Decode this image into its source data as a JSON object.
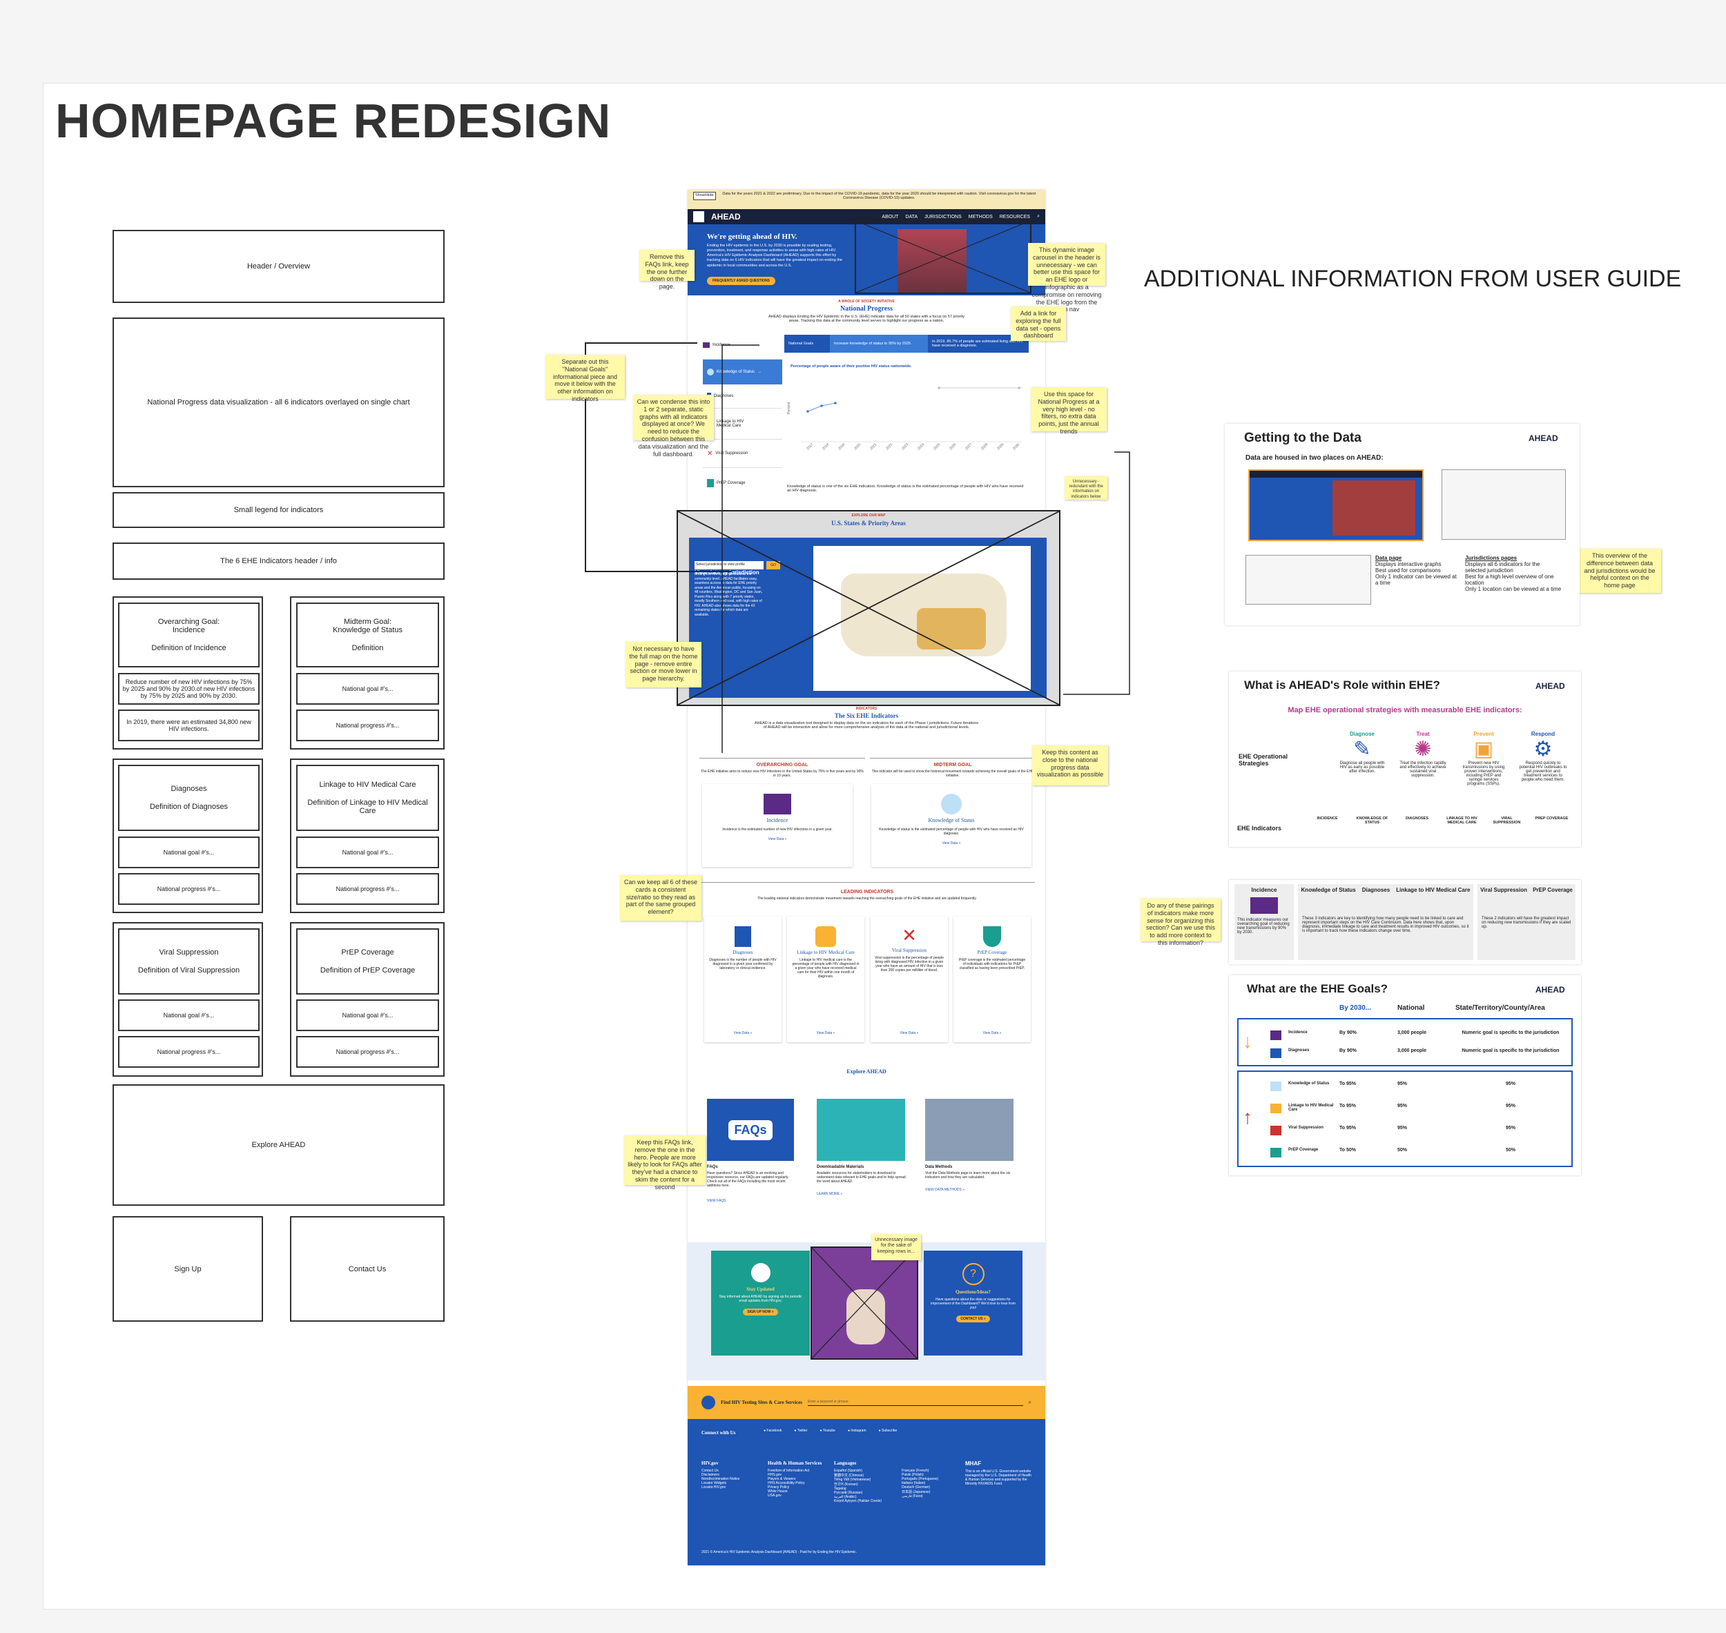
{
  "title": "HOMEPAGE REDESIGN",
  "additional_heading": "ADDITIONAL INFORMATION FROM USER GUIDE",
  "wireframe": {
    "header": "Header / Overview",
    "national_progress": "National Progress data visualization - all 6 indicators overlayed on single chart",
    "legend": "Small legend for indicators",
    "ehe_header": "The 6 EHE Indicators header / info",
    "incidence": {
      "title": "Overarching Goal:\nIncidence",
      "definition": "Definition of Incidence",
      "goal": "Reduce number of new HIV infections by 75% by 2025 and 90% by 2030.of new HIV infections by 75% by 2025 and 90% by 2030.",
      "progress": "In 2019, there were an estimated 34,800 new HIV infections."
    },
    "knowledge": {
      "title": "Midterm Goal:\nKnowledge of Status",
      "definition": "Definition",
      "goal": "National goal #'s...",
      "progress": "National progress #'s..."
    },
    "diagnoses": {
      "title": "Diagnoses",
      "definition": "Definition of Diagnoses",
      "goal": "National goal #'s...",
      "progress": "National progress #'s..."
    },
    "linkage": {
      "title": "Linkage to HIV Medical Care",
      "definition": "Definition of Linkage to HIV Medical Care",
      "goal": "National goal #'s...",
      "progress": "National progress #'s..."
    },
    "viral": {
      "title": "Viral Suppression",
      "definition": "Definition of Viral Suppression",
      "goal": "National goal #'s...",
      "progress": "National progress #'s..."
    },
    "prep": {
      "title": "PrEP Coverage",
      "definition": "Definition of PrEP Coverage",
      "goal": "National goal #'s...",
      "progress": "National progress #'s..."
    },
    "explore": "Explore AHEAD",
    "signup": "Sign Up",
    "contact": "Contact Us"
  },
  "mockup": {
    "banner_button": "Show/Hide",
    "banner_text": "Data for the years 2021 & 2022 are preliminary. Due to the impact of the COVID-19 pandemic, data for the year 2020 should be interpreted with caution. Visit coronavirus.gov for the latest Coronavirus Disease (COVID-19) updates.",
    "logo": "AHEAD",
    "nav": [
      "ABOUT",
      "DATA",
      "JURISDICTIONS",
      "METHODS",
      "RESOURCES"
    ],
    "hero_heading": "We're getting ahead of HIV.",
    "hero_text": "Ending the HIV epidemic in the U.S. by 2030 is possible by scaling testing, prevention, treatment, and response activities to areas with high rates of HIV. America's HIV Epidemic Analysis Dashboard (AHEAD) supports this effort by tracking data on 6 HIV indicators that will have the greatest impact on ending the epidemic in local communities and across the U.S.",
    "hero_button": "FREQUENTLY ASKED QUESTIONS",
    "np_kicker": "A WHOLE OF SOCIETY INITIATIVE",
    "np_title": "National Progress",
    "np_text": "AHEAD displays Ending the HIV Epidemic in the U.S. (EHE) indicator data for all 50 states with a focus on 57 priority areas. Tracking this data at the community level serves to highlight our progress as a nation.",
    "np_tabs": [
      "Incidence",
      "Knowledge of Status",
      "Diagnoses",
      "Linkage to HIV Medical Care",
      "Viral Suppression",
      "PrEP Coverage"
    ],
    "np_goal": "National Goals",
    "np_increase": "Increase knowledge of status to 95% by 2025.",
    "np_stat": "In 2019, 86.7% of people are estimated living with HIV have received a diagnosis.",
    "np_chart_label": "Percentage of people aware of their positive HIV status nationwide.",
    "np_axis": "Percent",
    "np_years": [
      "2017",
      "2018",
      "2019",
      "2020",
      "2021",
      "2022",
      "2023",
      "2024",
      "2025",
      "2026",
      "2027",
      "2028",
      "2029",
      "2030"
    ],
    "np_footer": "Knowledge of status is one of the six EHE indicators. Knowledge of status is the estimated percentage of people with HIV who have received an HIV diagnosis.",
    "map_kicker": "EXPLORE OUR MAP",
    "map_title": "U.S. States & Priority Areas",
    "map_heading": "View data by jurisdiction",
    "map_select": "Select jurisdiction to view profile",
    "map_go": "GO",
    "map_text": "Ending the HIV epidemic starts at the community level. AHEAD facilitates easy, seamless access to data for EHE priority areas and the American public, focusing on 48 counties, Washington, DC and San Juan, Puerto Rico along with 7 priority states, mostly Southern and rural, with high rates of HIV. AHEAD also shows data for the 43 remaining states for which data are available.",
    "six_kicker": "INDICATORS",
    "six_title": "The Six EHE Indicators",
    "six_text": "AHEAD is a data visualization tool designed to display data on the six indicators for each of the Phase I jurisdictions. Future iterations of AHEAD will be interactive and allow for more comprehensive analysis of the data at the national and jurisdictional levels.",
    "overarching": "OVERARCHING GOAL",
    "overarching_text": "The EHE initiative aims to reduce new HIV infections in the United States by 75% in five years and by 90% in 10 years.",
    "midterm": "MIDTERM GOAL",
    "midterm_text": "This indicator will be used to show the historical movement towards achieving the overall goals of the EHE initiative.",
    "card_incidence": "Incidence",
    "card_incidence_text": "Incidence is the estimated number of new HIV infections in a given year.",
    "card_knowledge": "Knowledge of Status",
    "card_knowledge_text": "Knowledge of status is the estimated percentage of people with HIV who have received an HIV diagnosis.",
    "view_data": "View Data »",
    "leading": "LEADING INDICATORS",
    "leading_text": "The leading national indicators demonstrate movement towards reaching the overarching goals of the EHE initiative and are updated frequently.",
    "lead_cards": [
      {
        "title": "Diagnoses",
        "text": "Diagnoses is the number of people with HIV diagnosed in a given year confirmed by laboratory or clinical evidence."
      },
      {
        "title": "Linkage to HIV Medical Care",
        "text": "Linkage to HIV medical care is the percentage of people with HIV diagnosed in a given year who have received medical care for their HIV within one month of diagnosis."
      },
      {
        "title": "Viral Suppression",
        "text": "Viral suppression is the percentage of people living with diagnosed HIV infection in a given year who have an amount of HIV that is less than 200 copies per milliliter of blood."
      },
      {
        "title": "PrEP Coverage",
        "text": "PrEP coverage is the estimated percentage of individuals with indications for PrEP classified as having been prescribed PrEP."
      }
    ],
    "explore_title": "Explore AHEAD",
    "explore_cards": [
      {
        "title": "FAQs",
        "text": "Have questions? Since AHEAD is an evolving and responsive resource, our FAQs are updated regularly. Check out all of the FAQs including the most recent additions here.",
        "link": "VIEW FAQS"
      },
      {
        "title": "Downloadable Materials",
        "text": "Available resources for stakeholders to download to understand data relevant to EHE goals and to help spread the word about AHEAD.",
        "link": "LEARN MORE »"
      },
      {
        "title": "Data Methods",
        "text": "Visit the Data Methods page to learn more about the six indicators and how they are calculated.",
        "link": "VIEW DATA METHODS »"
      }
    ],
    "faqs_art": "FAQs",
    "stay_title": "Stay Updated",
    "stay_text": "Stay informed about AHEAD by signing up for periodic email updates from HIV.gov.",
    "stay_button": "SIGN UP NOW »",
    "questions_title": "Questions/Ideas?",
    "questions_text": "Have questions about the data or suggestions for improvement of the Dashboard? We'd love to hear from you!",
    "questions_button": "CONTACT US »",
    "find_title": "Find HIV Testing Sites & Care Services",
    "find_placeholder": "Enter a keyword or phrase",
    "connect": "Connect with Us",
    "social": [
      "Facebook",
      "Twitter",
      "Youtube",
      "Instagram",
      "Subscribe"
    ],
    "footer_cols": [
      {
        "title": "HIV.gov",
        "items": [
          "Contact Us",
          "Disclaimers",
          "Nondiscrimination Notice",
          "Locator Widgets",
          "Locator.HIV.gov"
        ]
      },
      {
        "title": "Health & Human Services",
        "items": [
          "Freedom of Information Act",
          "HHS.gov",
          "Players & Viewers",
          "HHS Accessibility Policy",
          "Privacy Policy",
          "White House",
          "USA.gov"
        ]
      },
      {
        "title": "Languages",
        "items": [
          "Español (Spanish)",
          "繁體中文 (Chinese)",
          "Tiếng Việt (Vietnamese)",
          "한국어 (Korean)",
          "Tagalog",
          "Русский (Russian)",
          "العربية (Arabic)",
          "Kreyòl Ayisyen (Haitian Creole)"
        ]
      },
      {
        "title": "",
        "items": [
          "Français (French)",
          "Polski (Polish)",
          "Português (Portuguese)",
          "Italiano (Italian)",
          "Deutsch (German)",
          "日本語 (Japanese)",
          "فارسی (Farsi)"
        ]
      }
    ],
    "mhaf": "MHAF",
    "mhaf_text": "This is an official U.S. Government website managed by the U.S. Department of Health & Human Services and supported by the Minority HIV/AIDS Fund.",
    "copyright": "2021 © America's HIV Epidemic Analysis Dashboard (AHEAD) - Paid for by Ending the HIV Epidemic."
  },
  "notes": [
    "Remove this FAQs link, keep the one further down on the page.",
    "This dynamic image carousel in the header is unnecessary - we can better use this space for an EHE logo or infographic as a compromise on removing the EHE logo from the main nav",
    "Add a link for exploring the full data set - opens dashboard",
    "Separate out this \"National Goals\" informational piece and move it below with the other information on indicators",
    "Can we condense this into 1 or 2 separate, static graphs with all indicators displayed at once? We need to reduce the confusion between this data visualization and the full dashboard.",
    "Use this space for National Progress at a very high level - no filters, no extra data points, just the annual trends",
    "Unnecessary - redundant with the information on indicators below",
    "Not necessary to have the full map on the home page - remove entire section or move lower in page hierarchy.",
    "Keep this content as close to the national progress data visualization as possible",
    "Can we keep all 6 of these cards a consistent size/ratio so they read as part of the same grouped element?",
    "Keep this FAQs link, remove the one in the hero. People are more likely to look for FAQs after they've had a chance to skim the content for a second",
    "Unnecessary image for the sake of keeping rows in...",
    "This overview of the difference between data and jurisdictions would be helpful context on the home page",
    "Do any of these pairings of indicators make more sense for organizing this section? Can we use this to add more context to this information?"
  ],
  "guide": {
    "g1_title": "Getting to the Data",
    "g1_sub": "Data are housed in two places on AHEAD:",
    "g1_logo": "AHEAD",
    "g1_list1_title": "Data page",
    "g1_list1": [
      "Displays interactive graphs",
      "Best used for comparisons",
      "Only 1 indicator can be viewed at a time"
    ],
    "g1_list2_title": "Jurisdictions pages",
    "g1_list2": [
      "Displays all 6 indicators for the selected jurisdiction",
      "Best for a high level overview of one location",
      "Only 1 location can be viewed at a time"
    ],
    "g2_title": "What is AHEAD's Role within EHE?",
    "g2_sub": "Map EHE operational strategies with measurable EHE indicators:",
    "g2_strategies": "EHE Operational Strategies",
    "g2_indicators": "EHE Indicators",
    "g2_steps": [
      {
        "name": "Diagnose",
        "text": "Diagnose all people with HIV as early as possible after infection."
      },
      {
        "name": "Treat",
        "text": "Treat the infection rapidly and effectively to achieve sustained viral suppression."
      },
      {
        "name": "Prevent",
        "text": "Prevent new HIV transmissions by using proven interventions, including PrEP and syringe services programs (SSPs)."
      },
      {
        "name": "Respond",
        "text": "Respond quickly to potential HIV outbreaks to get prevention and treatment services to people who need them."
      }
    ],
    "g2_ind_labels": [
      "INCIDENCE",
      "KNOWLEDGE OF STATUS",
      "DIAGNOSES",
      "LINKAGE TO HIV MEDICAL CARE",
      "VIRAL SUPPRESSION",
      "PREP COVERAGE"
    ],
    "g3_cols": [
      "Incidence",
      "Knowledge of Status",
      "Diagnoses",
      "Linkage to HIV Medical Care",
      "Viral Suppression",
      "PrEP Coverage"
    ],
    "g3_text1": "This indicator measures our overarching goal of reducing new transmissions by 90% by 2030.",
    "g3_text2": "These 3 indicators are key to identifying how many people need to be linked to care and represent important steps on the HIV Care Continuum. Data here shows that, upon diagnosis, immediate linkage to care and treatment results in improved HIV outcomes, so it is important to track how these indicators change over time.",
    "g3_text3": "These 2 indicators will have the greatest impact on reducing new transmissions if they are scaled up.",
    "g4_title": "What are the EHE Goals?",
    "g4_headers": [
      "By 2030...",
      "National",
      "State/Territory/County/Area"
    ],
    "g4_rows": [
      {
        "name": "Incidence",
        "by": "By 90%",
        "national": "3,000 people",
        "local": "Numeric goal is specific to the jurisdiction"
      },
      {
        "name": "Diagnoses",
        "by": "By 90%",
        "national": "3,000 people",
        "local": "Numeric goal is specific to the jurisdiction"
      },
      {
        "name": "Knowledge of Status",
        "by": "To 95%",
        "national": "95%",
        "local": "95%"
      },
      {
        "name": "Linkage to HIV Medical Care",
        "by": "To 95%",
        "national": "95%",
        "local": "95%"
      },
      {
        "name": "Viral Suppression",
        "by": "To 95%",
        "national": "95%",
        "local": "95%"
      },
      {
        "name": "PrEP Coverage",
        "by": "To 50%",
        "national": "50%",
        "local": "50%"
      }
    ]
  },
  "colors": {
    "blue": "#1f55b3",
    "purple": "#5b2a86",
    "teal": "#1a9e8f",
    "yellow": "#f9b233",
    "sticky": "#fff9a8",
    "red": "#d0322e"
  }
}
